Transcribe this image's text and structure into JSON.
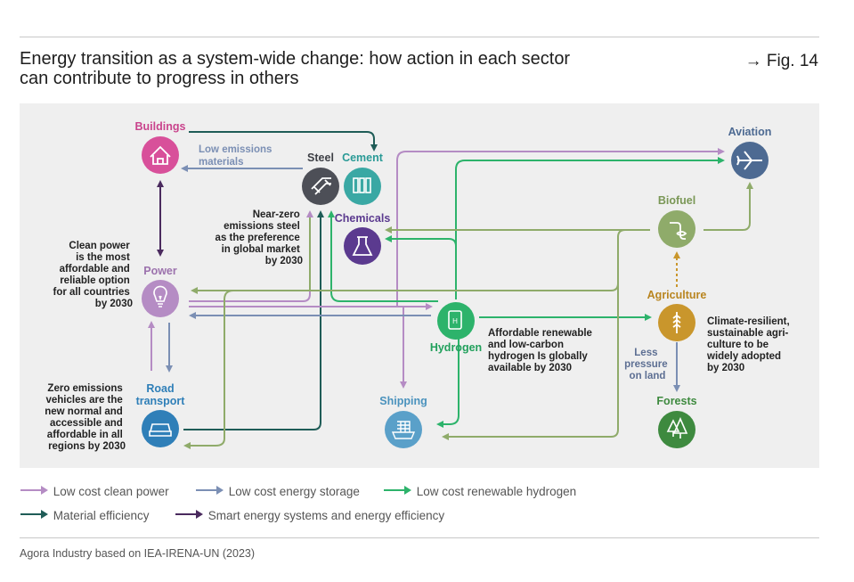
{
  "title_line1": "Energy transition as a system-wide change: how action in each sector",
  "title_line2": "can contribute to progress in others",
  "fig_ref": "→ Fig. 14",
  "nodes": {
    "buildings": "Buildings",
    "steel": "Steel",
    "cement": "Cement",
    "chemicals": "Chemicals",
    "power": "Power",
    "road_transport_1": "Road",
    "road_transport_2": "transport",
    "hydrogen": "Hydrogen",
    "shipping": "Shipping",
    "aviation": "Aviation",
    "biofuel": "Biofuel",
    "agriculture": "Agriculture",
    "forests": "Forests"
  },
  "annotations": {
    "low_emissions_1": "Low emissions",
    "low_emissions_2": "materials",
    "steel_note": [
      "Near-zero",
      "emissions steel",
      "as the preference",
      "in global market",
      "by 2030"
    ],
    "power_note": [
      "Clean power",
      "is the most",
      "affordable and",
      "reliable option",
      "for all countries",
      "by 2030"
    ],
    "road_note": [
      "Zero emissions",
      "vehicles are the",
      "new normal and",
      "accessible and",
      "affordable in all",
      "regions by 2030"
    ],
    "hydrogen_note": [
      "Affordable renewable",
      "and low-carbon",
      "hydrogen Is globally",
      "available by 2030"
    ],
    "agri_note": [
      "Climate-resilient,",
      "sustainable agri-",
      "culture to be",
      "widely adopted",
      "by 2030"
    ],
    "land_note": [
      "Less",
      "pressure",
      "on land"
    ]
  },
  "legend": {
    "clean_power": "Low cost clean power",
    "energy_storage": "Low cost energy storage",
    "renewable_hydrogen": "Low cost renewable hydrogen",
    "material_efficiency": "Material efficiency",
    "smart_systems": "Smart energy systems and energy efficiency"
  },
  "colors": {
    "clean_power": "#b58cc4",
    "energy_storage": "#7b8fb4",
    "renewable_hydrogen": "#2db36b",
    "material_efficiency": "#1f5c57",
    "smart_systems": "#4a2a5e",
    "biofuel_link": "#8fab6a",
    "land": "#7b8fb4",
    "agri_up": "#c9962c"
  },
  "source": "Agora Industry based on IEA-IRENA-UN (2023)"
}
